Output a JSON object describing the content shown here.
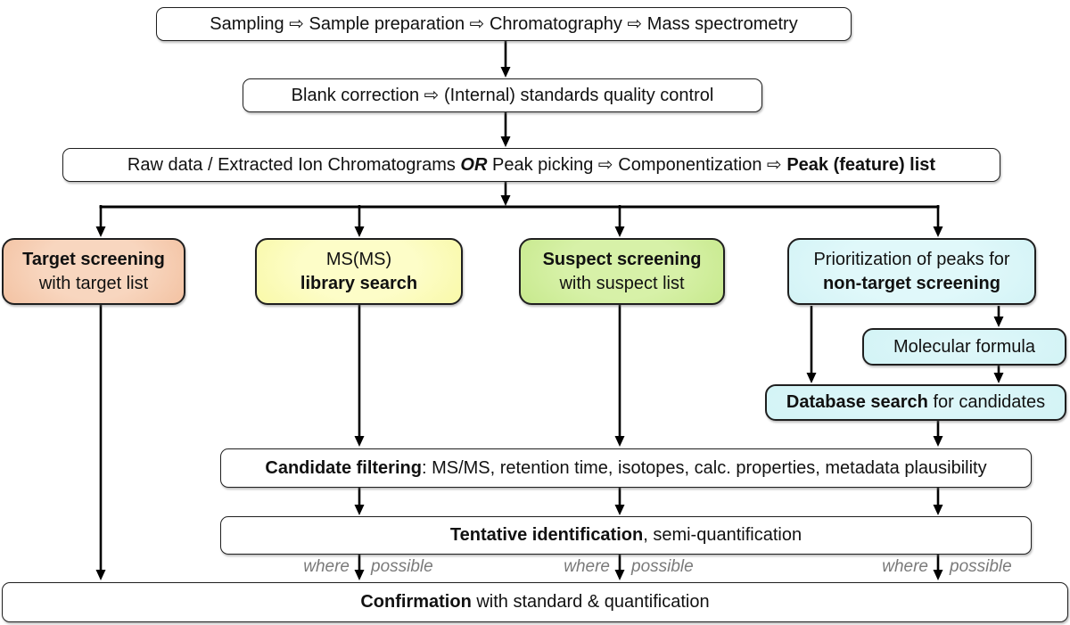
{
  "colors": {
    "target_center": "#f8d6bf",
    "target_edge": "#edab81",
    "yellow_center": "#fdfdc8",
    "yellow_edge": "#f4f484",
    "green_center": "#d7f1a8",
    "green_edge": "#b5e06e",
    "cyan_center": "#e0f8fa",
    "cyan_edge": "#c4eef1",
    "border": "#1f1f1f",
    "text": "#111111",
    "muted_text": "#7a7a7a",
    "arrow": "#000000"
  },
  "flow": {
    "sampling": {
      "text": "Sampling ⇨ Sample preparation ⇨ Chromatography ⇨ Mass spectrometry"
    },
    "blank_qc": {
      "text": "Blank correction ⇨ (Internal) standards quality control"
    },
    "raw_data": {
      "part1": "Raw data / Extracted Ion Chromatograms ",
      "or": "OR",
      "part2": " Peak picking ⇨ Componentization ⇨ ",
      "peak_list": "Peak (feature) list"
    },
    "target_screening": {
      "line1": "Target screening",
      "line2": "with target list"
    },
    "library_search": {
      "line1": "MS(MS)",
      "line2": "library search"
    },
    "suspect_screening": {
      "line1": "Suspect screening",
      "line2": "with suspect list"
    },
    "non_target": {
      "line1": "Prioritization of peaks for",
      "line2": "non-target screening"
    },
    "molecular_formula": {
      "text": "Molecular formula"
    },
    "database_search": {
      "bold": "Database search",
      "rest": " for candidates"
    },
    "candidate_filtering": {
      "bold": "Candidate filtering",
      "rest": ": MS/MS, retention time, isotopes, calc. properties, metadata plausibility"
    },
    "tentative_id": {
      "bold": "Tentative identification",
      "rest": ", semi-quantification"
    },
    "where_possible": {
      "where": "where",
      "possible": "possible"
    },
    "confirmation": {
      "bold": "Confirmation",
      "rest": " with standard & quantification"
    }
  }
}
